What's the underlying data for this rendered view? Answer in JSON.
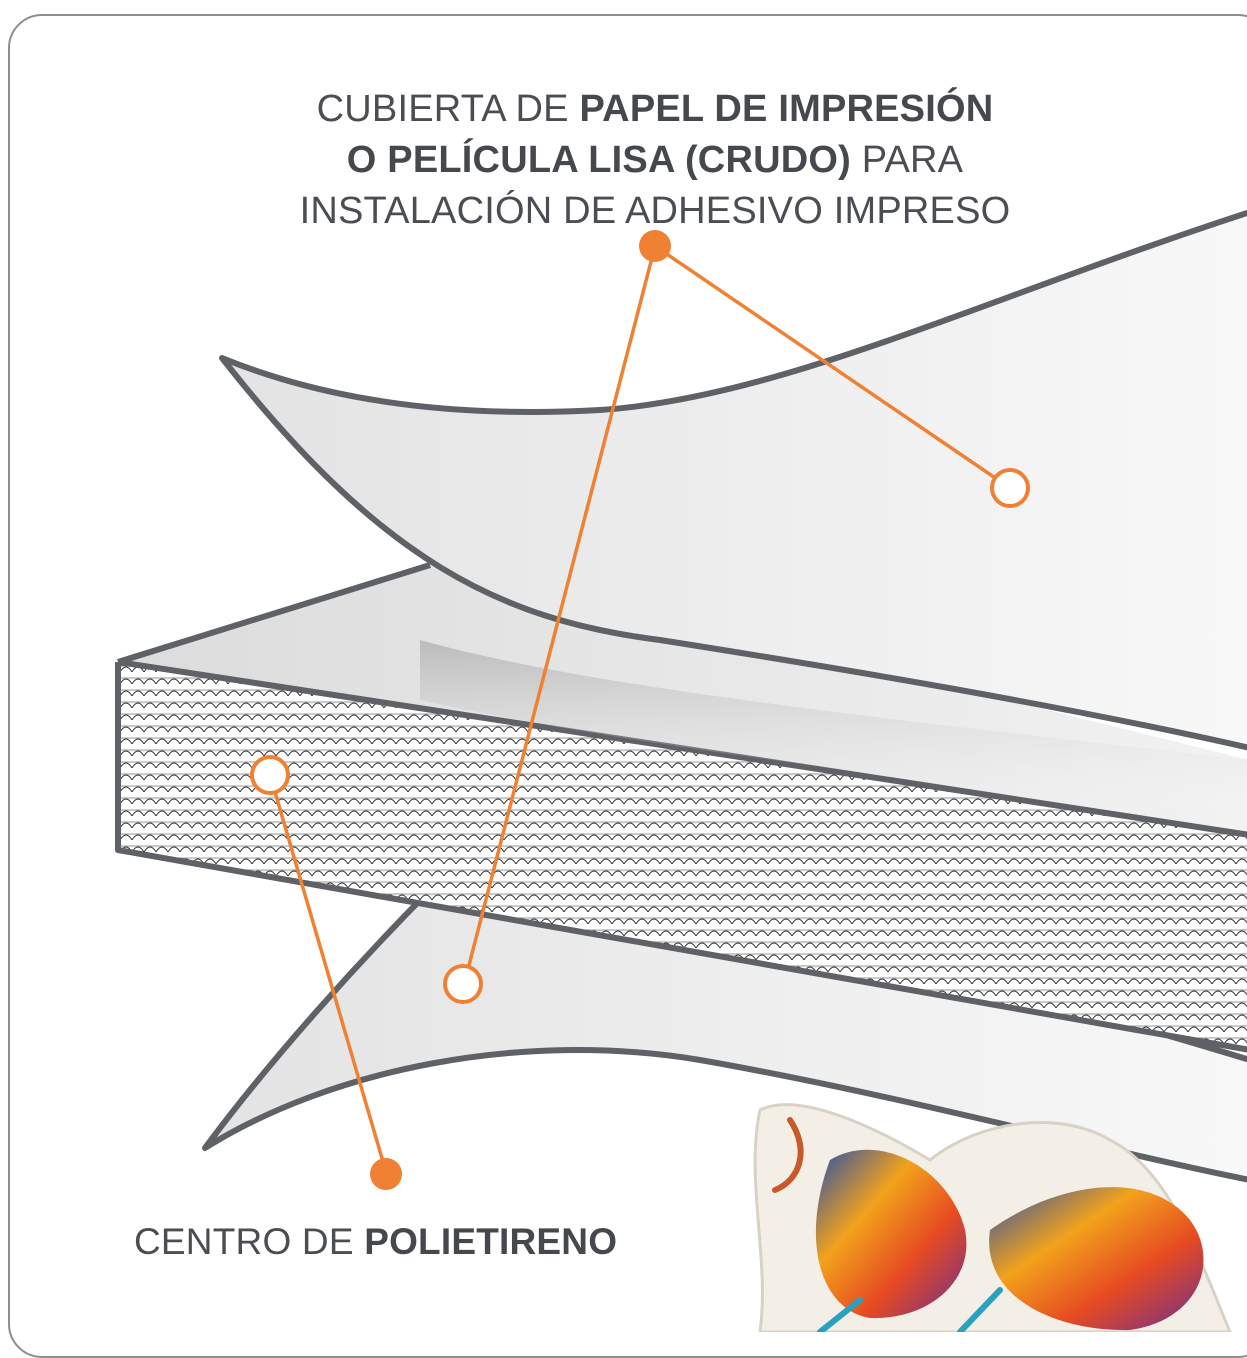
{
  "labels": {
    "cover": {
      "line1_pre": "CUBIERTA DE ",
      "line1_bold": "PAPEL DE IMPRESIÓN",
      "line2_bold": "O PELÍCULA LISA (CRUDO)",
      "line2_post": " PARA",
      "line3": "INSTALACIÓN DE ADHESIVO IMPRESO"
    },
    "core": {
      "pre": "CENTRO DE ",
      "bold": "POLIETIRENO"
    }
  },
  "colors": {
    "accent": "#f08034",
    "outline": "#5e6165",
    "sheet": "#ececec",
    "text": "#4a4d52"
  }
}
